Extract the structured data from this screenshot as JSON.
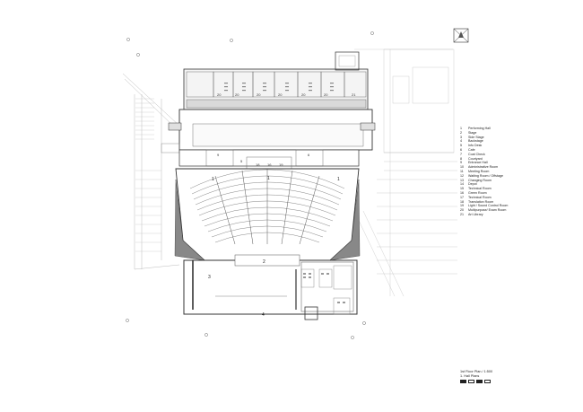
{
  "legend": [
    {
      "num": "1",
      "label": "Performing Hall"
    },
    {
      "num": "2",
      "label": "Stage"
    },
    {
      "num": "3",
      "label": "Side Stage"
    },
    {
      "num": "4",
      "label": "Backstage"
    },
    {
      "num": "5",
      "label": "Info Desk"
    },
    {
      "num": "6",
      "label": "Cafe"
    },
    {
      "num": "7",
      "label": "Coat Check"
    },
    {
      "num": "8",
      "label": "Courtyard"
    },
    {
      "num": "9",
      "label": "Entrance Hall"
    },
    {
      "num": "10",
      "label": "Administrative Room"
    },
    {
      "num": "11",
      "label": "Meeting Room"
    },
    {
      "num": "12",
      "label": "Waiting Room / Offstage"
    },
    {
      "num": "13",
      "label": "Changing Room"
    },
    {
      "num": "14",
      "label": "Depot"
    },
    {
      "num": "15",
      "label": "Technical Room"
    },
    {
      "num": "16",
      "label": "Green Room"
    },
    {
      "num": "17",
      "label": "Technical Room"
    },
    {
      "num": "18",
      "label": "Translation Room"
    },
    {
      "num": "19",
      "label": "Light / Sound Control Room"
    },
    {
      "num": "20",
      "label": "Multipurpose/ Exam Room"
    },
    {
      "num": "21",
      "label": "Art Library"
    }
  ],
  "caption": {
    "line1": "1st Floor Plan / 1:500",
    "line2": "1. Hall Plans"
  },
  "room_labels": {
    "r20a": "20",
    "r20b": "20",
    "r20c": "20",
    "r20d": "20",
    "r20e": "20",
    "r20f": "20",
    "r21": "21",
    "r9": "9",
    "r6": "6",
    "r5": "5",
    "r18": "18",
    "r16": "16",
    "r19": "19",
    "r1a": "1",
    "r1b": "1",
    "r1c": "1",
    "r2": "2",
    "r3": "3",
    "r4": "4"
  }
}
